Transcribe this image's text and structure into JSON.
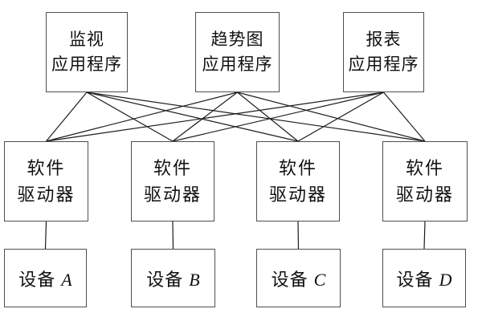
{
  "diagram": {
    "applications": [
      {
        "lines": [
          "监视",
          "应用程序"
        ]
      },
      {
        "lines": [
          "趋势图",
          "应用程序"
        ]
      },
      {
        "lines": [
          "报表",
          "应用程序"
        ]
      }
    ],
    "drivers": [
      {
        "lines": [
          "软件",
          "驱动器"
        ]
      },
      {
        "lines": [
          "软件",
          "驱动器"
        ]
      },
      {
        "lines": [
          "软件",
          "驱动器"
        ]
      },
      {
        "lines": [
          "软件",
          "驱动器"
        ]
      }
    ],
    "devices": [
      {
        "prefix": "设备",
        "letter": "A"
      },
      {
        "prefix": "设备",
        "letter": "B"
      },
      {
        "prefix": "设备",
        "letter": "C"
      },
      {
        "prefix": "设备",
        "letter": "D"
      }
    ],
    "edges": {
      "app_to_driver": [
        [
          0,
          0
        ],
        [
          0,
          1
        ],
        [
          0,
          2
        ],
        [
          0,
          3
        ],
        [
          1,
          0
        ],
        [
          1,
          1
        ],
        [
          1,
          2
        ],
        [
          1,
          3
        ],
        [
          2,
          0
        ],
        [
          2,
          1
        ],
        [
          2,
          2
        ],
        [
          2,
          3
        ]
      ],
      "driver_to_device": [
        [
          0,
          0
        ],
        [
          1,
          1
        ],
        [
          2,
          2
        ],
        [
          3,
          3
        ]
      ]
    },
    "colors": {
      "line": "#1c1c1c",
      "border": "#4f4f4f",
      "background": "#ffffff",
      "text": "#111111"
    }
  }
}
